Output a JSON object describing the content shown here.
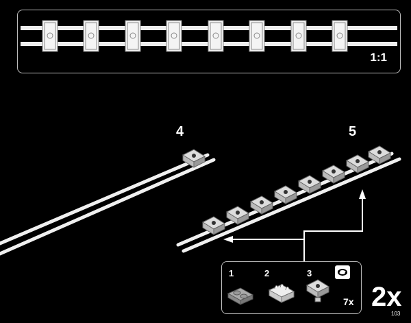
{
  "scale_callout": {
    "label": "1:1",
    "icon": "rail-track-scale-view",
    "sleeper_count": 8
  },
  "steps": [
    {
      "number": "4",
      "icon": "rail-with-one-sleeper"
    },
    {
      "number": "5",
      "icon": "rail-with-eight-sleepers"
    }
  ],
  "parts_callout": {
    "parts": [
      {
        "index": "1",
        "icon": "plate-1x2-icon"
      },
      {
        "index": "2",
        "icon": "plate-with-clips-icon"
      },
      {
        "index": "3",
        "icon": "plate-with-stud-icon"
      }
    ],
    "rotate_icon": "rotate-icon",
    "repeat_count": "7x"
  },
  "sub_build_multiplier": "2x",
  "page_number": "103",
  "colors": {
    "background": "#000000",
    "foreground": "#ffffff",
    "border": "#bbbbbb"
  }
}
